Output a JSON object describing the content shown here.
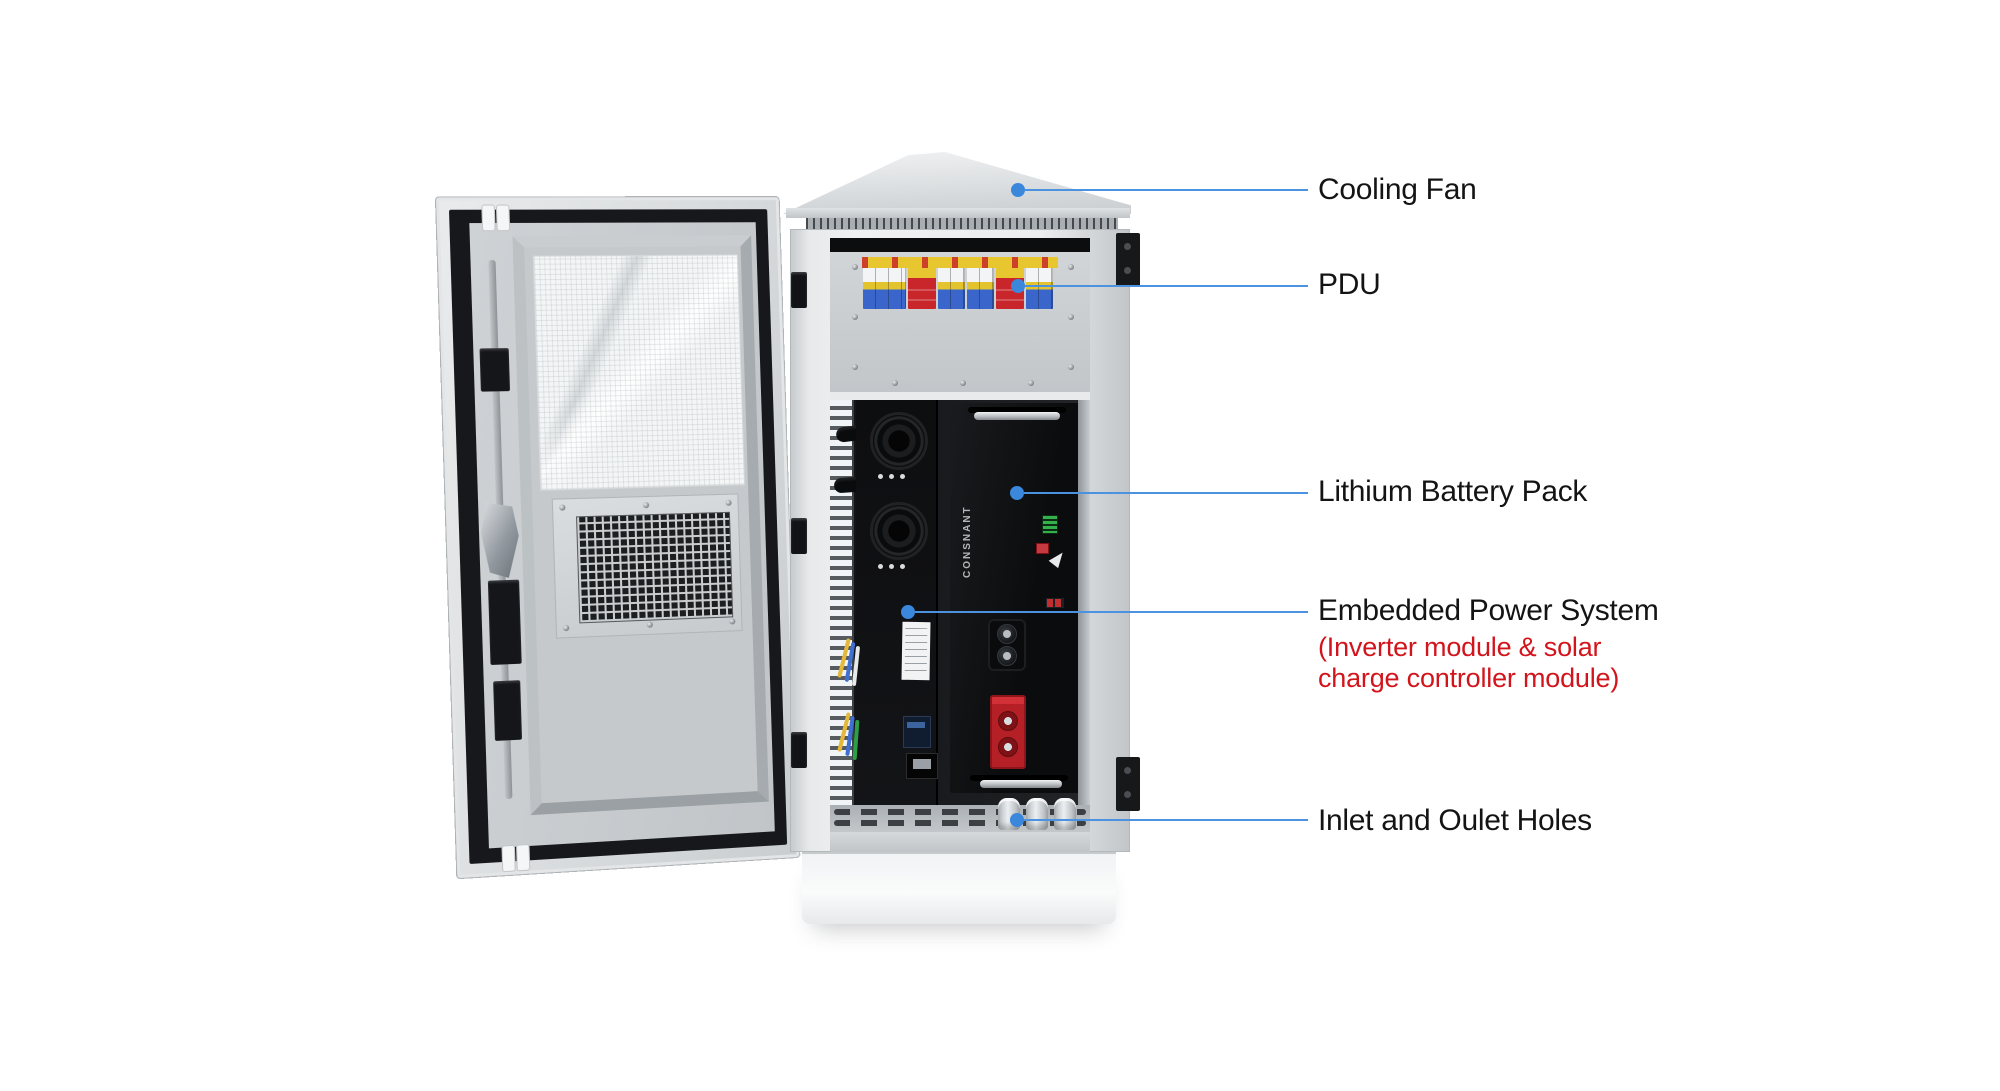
{
  "callouts": [
    {
      "id": "cooling-fan",
      "label": "Cooling Fan"
    },
    {
      "id": "pdu",
      "label": "PDU"
    },
    {
      "id": "lithium-battery-pack",
      "label": "Lithium Battery Pack"
    },
    {
      "id": "embedded-power-system",
      "label": "Embedded Power System",
      "note_lines": [
        "(Inverter module & solar",
        "charge controller module)"
      ]
    },
    {
      "id": "inlet-outlet-holes",
      "label": "Inlet and Oulet Holes"
    }
  ],
  "equipment": {
    "battery_brand": "CONSNANT"
  },
  "colors": {
    "callout_line": "#4b93e0",
    "callout_dot": "#3a87dc",
    "label_text": "#141414",
    "note_text": "#d2151c"
  }
}
